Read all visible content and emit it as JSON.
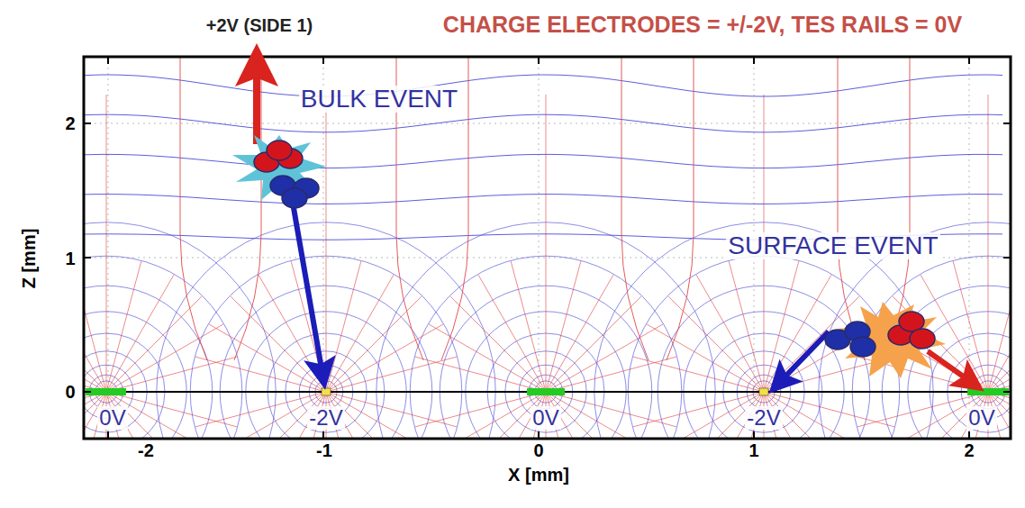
{
  "diagram": {
    "labels": [
      "+2V (SIDE 1)",
      "CHARGE ELECTRODES = +/-2V, TES RAILS = 0V",
      "BULK EVENT",
      "SURFACE EVENT",
      "0V",
      "-2V",
      "0V",
      "-2V",
      "0V",
      "Z [mm]",
      "X [mm]",
      "-2",
      "-1",
      "0",
      "1",
      "2",
      "0",
      "1",
      "2"
    ]
  }
}
